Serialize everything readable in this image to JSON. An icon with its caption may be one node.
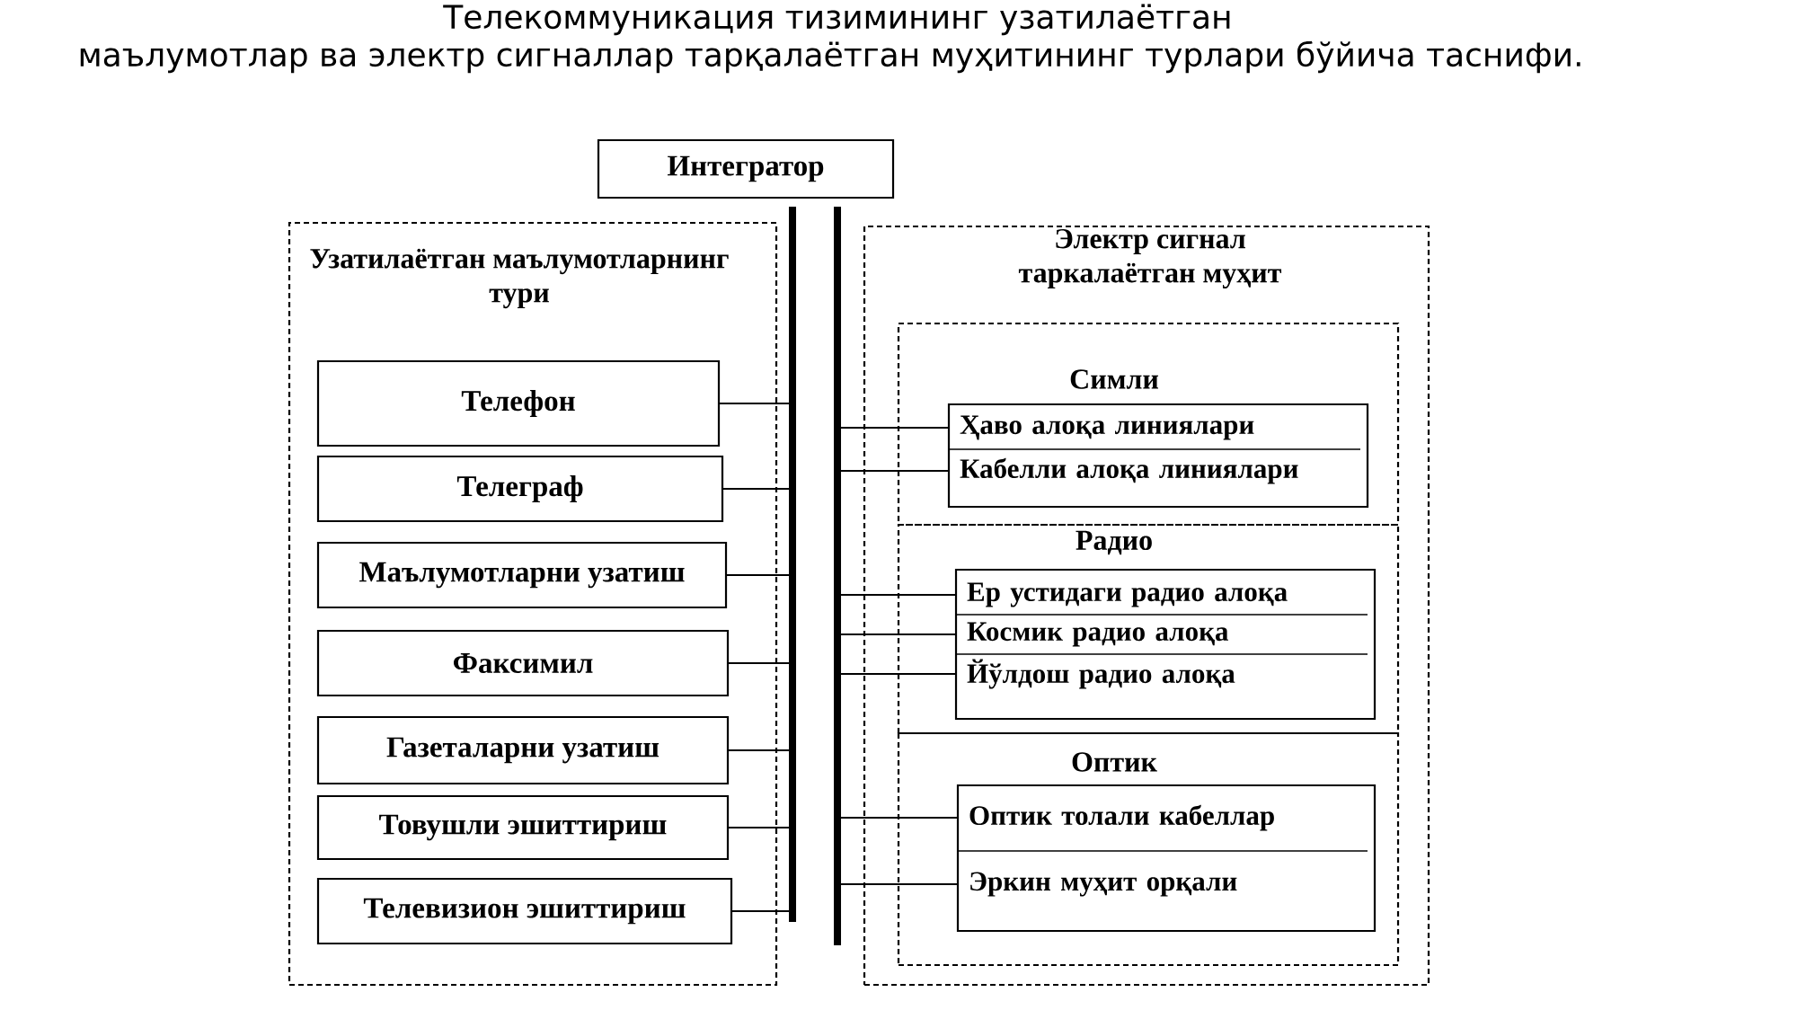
{
  "diagram": {
    "title": "Телекоммуникация тизимининг узатилаётган маълумотлар ва электр сигналлар тарқалаётган муҳитининг турлари бўйича таснифи.",
    "nodes": [
      {
        "text": [
          "Интегратор"
        ]
      },
      {
        "text": [],
        "shape": "bar"
      },
      {
        "text": [],
        "shape": "bar"
      },
      {
        "text": [
          "Узатилаётган маълумотларнинг тури"
        ]
      },
      {
        "text": [
          "Телефон"
        ],
        "in": 3
      },
      {
        "text": [
          "Телеграф"
        ],
        "in": 3
      },
      {
        "text": [
          "Маълумотларни узатиш"
        ],
        "in": 3
      },
      {
        "text": [
          "Факсимил"
        ],
        "in": 3
      },
      {
        "text": [
          "Газеталарни узатиш"
        ],
        "in": 3
      },
      {
        "text": [
          "Товушли эшиттириш"
        ],
        "in": 3
      },
      {
        "text": [
          "Телевизион эшиттириш"
        ],
        "in": 3
      },
      {
        "text": [
          "Электр сигнал таркалаётган муҳит"
        ]
      },
      {
        "text": [
          "Симли"
        ],
        "in": 11
      },
      {
        "text": [],
        "shape": "box",
        "in": 12
      },
      {
        "text": [
          "Ҳаво алоқа линиялари"
        ],
        "in": 13
      },
      {
        "text": [
          "Кабелли алоқа линиялари"
        ],
        "in": 13
      },
      {
        "text": [
          "Радио"
        ],
        "in": 11
      },
      {
        "text": [],
        "shape": "box",
        "in": 16
      },
      {
        "text": [
          "Ер устидаги радио алоқа"
        ],
        "in": 17
      },
      {
        "text": [
          "Космик радио алоқа"
        ],
        "in": 17
      },
      {
        "text": [
          "Йўлдош радио алоқа"
        ],
        "in": 17
      },
      {
        "text": [
          "Оптик"
        ],
        "in": 11
      },
      {
        "text": [],
        "shape": "box",
        "in": 21
      },
      {
        "text": [
          "Оптик толали кабеллар"
        ],
        "in": 22
      },
      {
        "text": [
          "Эркин муҳит орқали"
        ],
        "in": 22
      }
    ],
    "edges": [
      {
        "from": 4,
        "to": 1,
        "arrow": "none"
      },
      {
        "from": 5,
        "to": 1,
        "arrow": "none"
      },
      {
        "from": 6,
        "to": 1,
        "arrow": "none"
      },
      {
        "from": 7,
        "to": 1,
        "arrow": "none"
      },
      {
        "from": 8,
        "to": 1,
        "arrow": "none"
      },
      {
        "from": 9,
        "to": 1,
        "arrow": "none"
      },
      {
        "from": 10,
        "to": 1,
        "arrow": "none"
      },
      {
        "from": 2,
        "to": 14,
        "arrow": "none"
      },
      {
        "from": 2,
        "to": 15,
        "arrow": "none"
      },
      {
        "from": 2,
        "to": 18,
        "arrow": "none"
      },
      {
        "from": 2,
        "to": 19,
        "arrow": "none"
      },
      {
        "from": 2,
        "to": 20,
        "arrow": "none"
      },
      {
        "from": 2,
        "to": 23,
        "arrow": "none"
      },
      {
        "from": 2,
        "to": 24,
        "arrow": "none"
      }
    ]
  }
}
